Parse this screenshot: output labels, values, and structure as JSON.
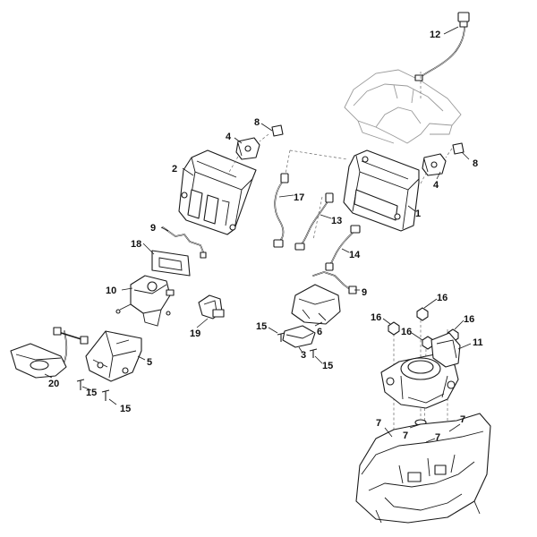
{
  "callouts": [
    {
      "id": "c12",
      "label": "12"
    },
    {
      "id": "c8a",
      "label": "8"
    },
    {
      "id": "c4a",
      "label": "4"
    },
    {
      "id": "c2",
      "label": "2"
    },
    {
      "id": "c17",
      "label": "17"
    },
    {
      "id": "c1",
      "label": "1"
    },
    {
      "id": "c13",
      "label": "13"
    },
    {
      "id": "c8b",
      "label": "8"
    },
    {
      "id": "c4b",
      "label": "4"
    },
    {
      "id": "c9a",
      "label": "9"
    },
    {
      "id": "c18",
      "label": "18"
    },
    {
      "id": "c14",
      "label": "14"
    },
    {
      "id": "c10",
      "label": "10"
    },
    {
      "id": "c9b",
      "label": "9"
    },
    {
      "id": "c16a",
      "label": "16"
    },
    {
      "id": "c16b",
      "label": "16"
    },
    {
      "id": "c16c",
      "label": "16"
    },
    {
      "id": "c16d",
      "label": "16"
    },
    {
      "id": "c6",
      "label": "6"
    },
    {
      "id": "c19",
      "label": "19"
    },
    {
      "id": "c15a",
      "label": "15"
    },
    {
      "id": "c3",
      "label": "3"
    },
    {
      "id": "c11",
      "label": "11"
    },
    {
      "id": "c15b",
      "label": "15"
    },
    {
      "id": "c5",
      "label": "5"
    },
    {
      "id": "c20",
      "label": "20"
    },
    {
      "id": "c15c",
      "label": "15"
    },
    {
      "id": "c15d",
      "label": "15"
    },
    {
      "id": "c7a",
      "label": "7"
    },
    {
      "id": "c7b",
      "label": "7"
    },
    {
      "id": "c7c",
      "label": "7"
    },
    {
      "id": "c7d",
      "label": "7"
    }
  ]
}
